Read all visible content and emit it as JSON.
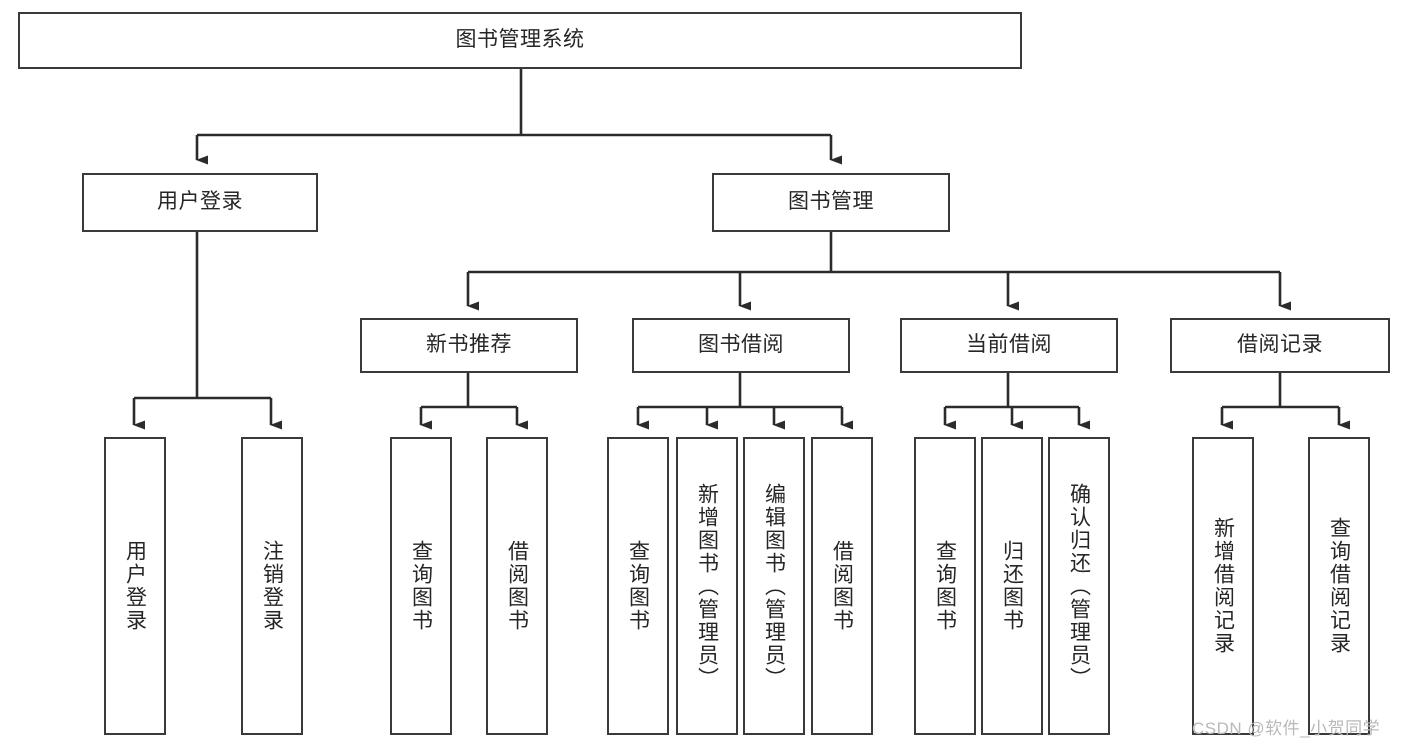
{
  "diagram": {
    "title": "图书管理系统",
    "type": "hierarchy-tree",
    "watermark": "CSDN @软件_小贺同学",
    "colors": {
      "box_border": "#3a3a3a",
      "box_fill": "#ffffff",
      "connector": "#2b2b2b",
      "text": "#262626",
      "watermark": "#b9b9b9",
      "background": "#ffffff"
    },
    "root": {
      "label": "图书管理系统"
    },
    "level1": [
      {
        "label": "用户登录"
      },
      {
        "label": "图书管理"
      }
    ],
    "level2": [
      {
        "label": "新书推荐"
      },
      {
        "label": "图书借阅"
      },
      {
        "label": "当前借阅"
      },
      {
        "label": "借阅记录"
      }
    ],
    "leaves": {
      "user_login": [
        {
          "label": "用户登录"
        },
        {
          "label": "注销登录"
        }
      ],
      "new_book_recommend": [
        {
          "label": "查询图书"
        },
        {
          "label": "借阅图书"
        }
      ],
      "book_borrow": [
        {
          "label": "查询图书"
        },
        {
          "label": "新增图书（管理员）"
        },
        {
          "label": "编辑图书（管理员）"
        },
        {
          "label": "借阅图书"
        }
      ],
      "current_borrow": [
        {
          "label": "查询图书"
        },
        {
          "label": "归还图书"
        },
        {
          "label": "确认归还（管理员）"
        }
      ],
      "borrow_record": [
        {
          "label": "新增借阅记录"
        },
        {
          "label": "查询借阅记录"
        }
      ]
    }
  }
}
